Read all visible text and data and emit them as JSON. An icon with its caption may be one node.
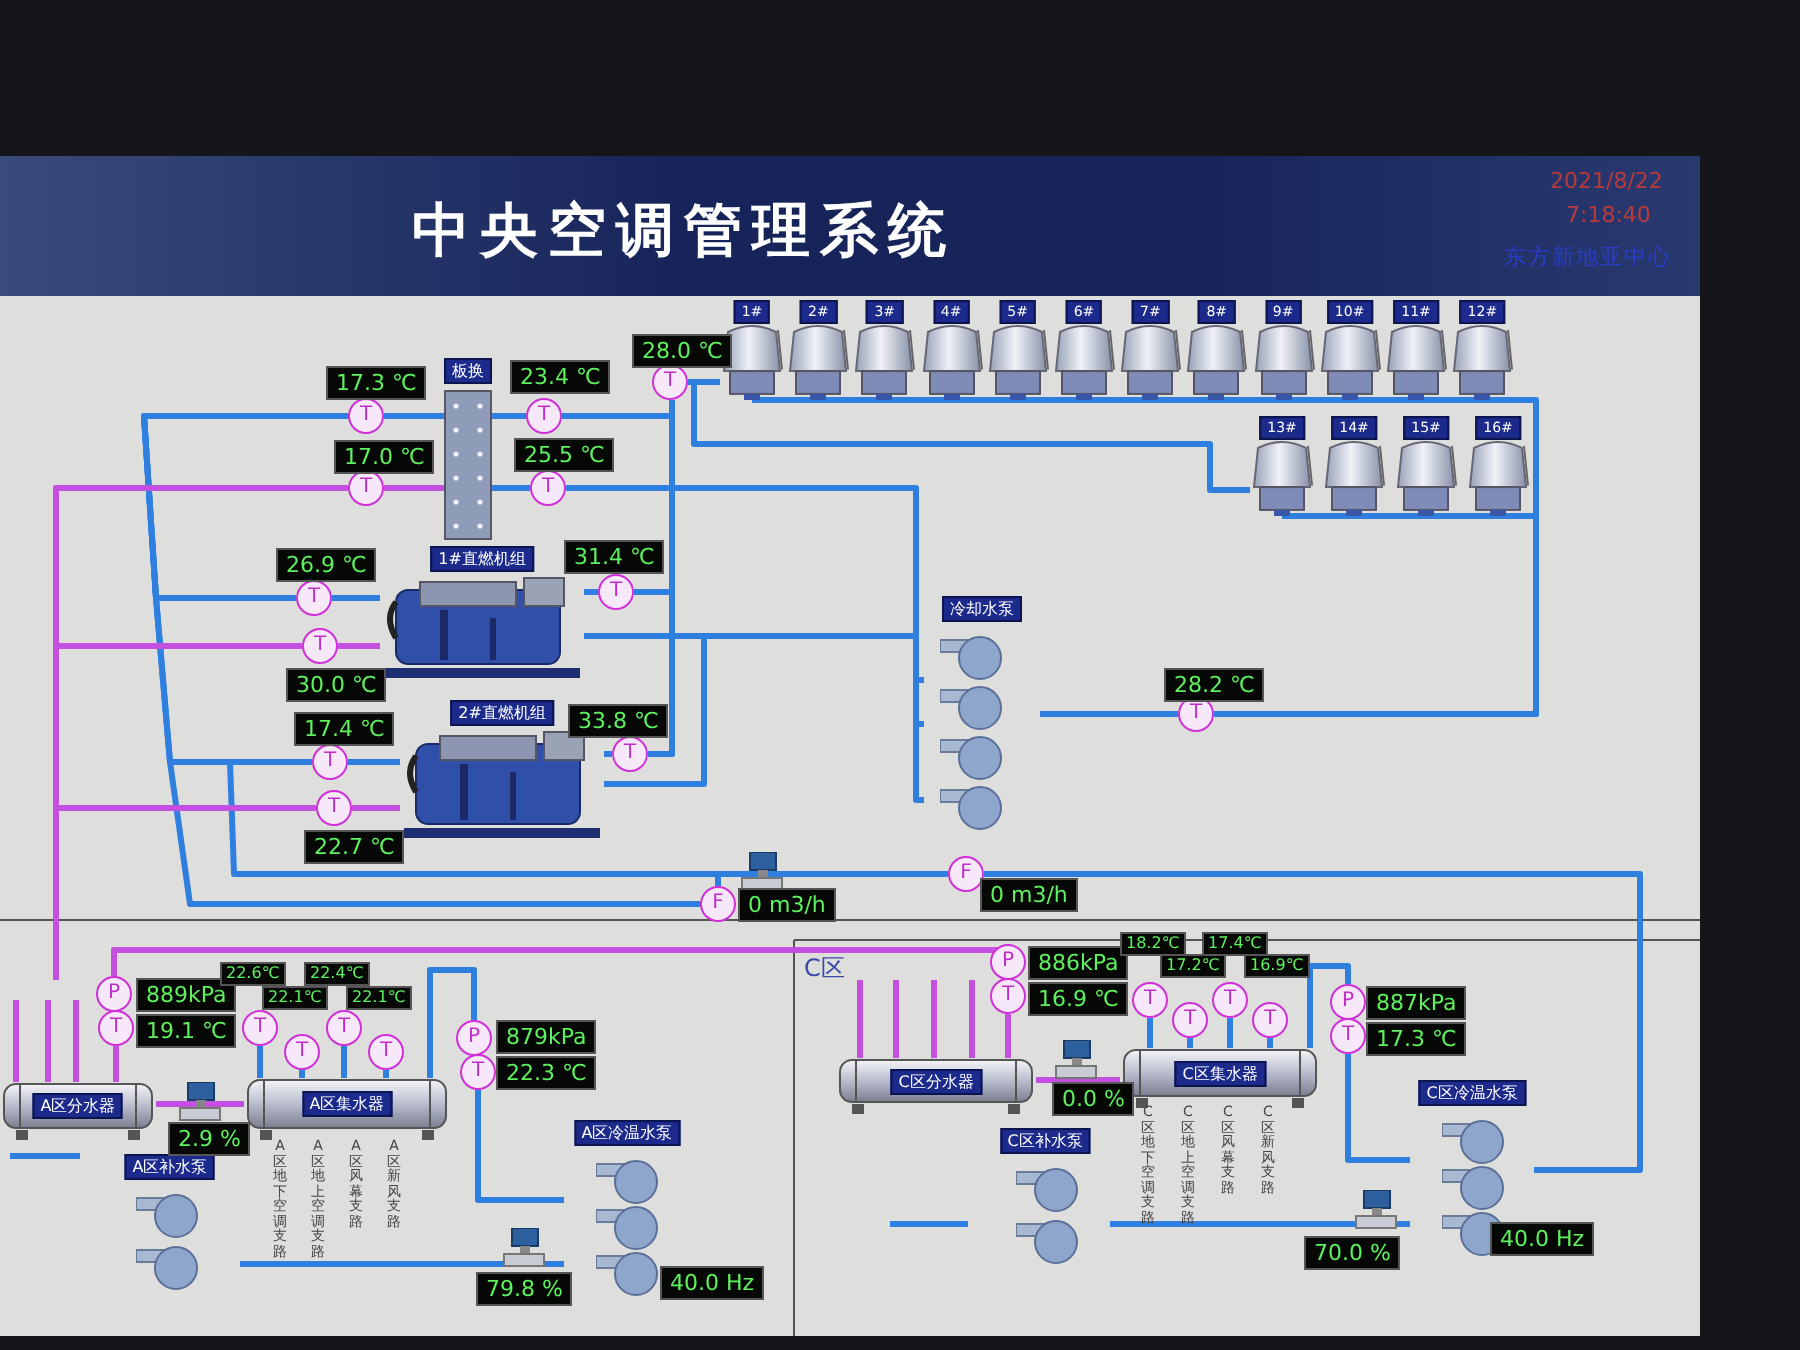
{
  "diagram": {
    "title": "中央空调管理系统",
    "nodes": [
      {
        "text": [
          "板换"
        ]
      },
      {
        "text": [
          "1#直燃机组"
        ]
      },
      {
        "text": [
          "2#直燃机组"
        ]
      },
      {
        "text": [
          "冷却水泵"
        ]
      },
      {
        "text": [
          "1#"
        ]
      },
      {
        "text": [
          "2#"
        ]
      },
      {
        "text": [
          "3#"
        ]
      },
      {
        "text": [
          "4#"
        ]
      },
      {
        "text": [
          "5#"
        ]
      },
      {
        "text": [
          "6#"
        ]
      },
      {
        "text": [
          "7#"
        ]
      },
      {
        "text": [
          "8#"
        ]
      },
      {
        "text": [
          "9#"
        ]
      },
      {
        "text": [
          "10#"
        ]
      },
      {
        "text": [
          "11#"
        ]
      },
      {
        "text": [
          "12#"
        ]
      },
      {
        "text": [
          "13#"
        ]
      },
      {
        "text": [
          "14#"
        ]
      },
      {
        "text": [
          "15#"
        ]
      },
      {
        "text": [
          "16#"
        ]
      },
      {
        "text": [
          "A区分水器"
        ]
      },
      {
        "text": [
          "A区集水器"
        ]
      },
      {
        "text": [
          "A区补水泵"
        ]
      },
      {
        "text": [
          "A区冷温水泵"
        ]
      },
      {
        "text": [
          "C区分水器"
        ]
      },
      {
        "text": [
          "C区集水器"
        ]
      },
      {
        "text": [
          "C区补水泵"
        ]
      },
      {
        "text": [
          "C区冷温水泵"
        ]
      },
      {
        "text": [
          "T"
        ]
      },
      {
        "text": [
          "T"
        ]
      },
      {
        "text": [
          "T"
        ]
      },
      {
        "text": [
          "T"
        ]
      },
      {
        "text": [
          "T"
        ]
      },
      {
        "text": [
          "T"
        ]
      },
      {
        "text": [
          "T"
        ]
      },
      {
        "text": [
          "T"
        ]
      },
      {
        "text": [
          "T"
        ]
      },
      {
        "text": [
          "T"
        ]
      },
      {
        "text": [
          "T"
        ]
      },
      {
        "text": [
          "T"
        ]
      },
      {
        "text": [
          "F"
        ]
      },
      {
        "text": [
          "F"
        ]
      },
      {
        "text": [
          "P"
        ]
      },
      {
        "text": [
          "T"
        ]
      },
      {
        "text": [
          "T"
        ]
      },
      {
        "text": [
          "T"
        ]
      },
      {
        "text": [
          "T"
        ]
      },
      {
        "text": [
          "T"
        ]
      },
      {
        "text": [
          "P"
        ]
      },
      {
        "text": [
          "T"
        ]
      },
      {
        "text": [
          "P"
        ]
      },
      {
        "text": [
          "T"
        ]
      },
      {
        "text": [
          "T"
        ]
      },
      {
        "text": [
          "T"
        ]
      },
      {
        "text": [
          "T"
        ]
      },
      {
        "text": [
          "T"
        ]
      },
      {
        "text": [
          "P"
        ]
      },
      {
        "text": [
          "T"
        ]
      },
      {
        "text": [
          "2.9 %"
        ]
      },
      {
        "text": [
          "79.8 %"
        ]
      },
      {
        "text": [
          "40.0 Hz"
        ]
      },
      {
        "text": [
          "0.0 %"
        ]
      },
      {
        "text": [
          "70.0 %"
        ]
      },
      {
        "text": [
          "40.0 Hz"
        ]
      },
      {
        "text": [
          "17.3 ℃"
        ]
      },
      {
        "text": [
          "17.0 ℃"
        ]
      },
      {
        "text": [
          "23.4 ℃"
        ]
      },
      {
        "text": [
          "25.5 ℃"
        ]
      },
      {
        "text": [
          "28.0 ℃"
        ]
      },
      {
        "text": [
          "26.9 ℃"
        ]
      },
      {
        "text": [
          "30.0 ℃"
        ]
      },
      {
        "text": [
          "31.4 ℃"
        ]
      },
      {
        "text": [
          "17.4 ℃"
        ]
      },
      {
        "text": [
          "22.7 ℃"
        ]
      },
      {
        "text": [
          "33.8 ℃"
        ]
      },
      {
        "text": [
          "28.2 ℃"
        ]
      },
      {
        "text": [
          "0 m3/h"
        ]
      },
      {
        "text": [
          "0 m3/h"
        ]
      },
      {
        "text": [
          "889kPa"
        ]
      },
      {
        "text": [
          "19.1 ℃"
        ]
      },
      {
        "text": [
          "22.6℃"
        ]
      },
      {
        "text": [
          "22.1℃"
        ]
      },
      {
        "text": [
          "22.4℃"
        ]
      },
      {
        "text": [
          "22.1℃"
        ]
      },
      {
        "text": [
          "879kPa"
        ]
      },
      {
        "text": [
          "22.3 ℃"
        ]
      },
      {
        "text": [
          "886kPa"
        ]
      },
      {
        "text": [
          "16.9 ℃"
        ]
      },
      {
        "text": [
          "18.2℃"
        ]
      },
      {
        "text": [
          "17.2℃"
        ]
      },
      {
        "text": [
          "17.4℃"
        ]
      },
      {
        "text": [
          "16.9℃"
        ]
      },
      {
        "text": [
          "887kPa"
        ]
      },
      {
        "text": [
          "17.3 ℃"
        ]
      }
    ],
    "edges": [
      {
        "from": 28,
        "to": 0,
        "arrow": "none"
      },
      {
        "from": 0,
        "to": 30,
        "arrow": "none"
      },
      {
        "from": 29,
        "to": 0,
        "arrow": "none",
        "color": "#c44fe0"
      },
      {
        "from": 0,
        "to": 31,
        "arrow": "none"
      },
      {
        "from": 32,
        "to": 4,
        "arrow": "none"
      },
      {
        "from": 33,
        "to": 1,
        "arrow": "none"
      },
      {
        "from": 34,
        "to": 1,
        "arrow": "none",
        "color": "#c44fe0"
      },
      {
        "from": 1,
        "to": 35,
        "arrow": "none"
      },
      {
        "from": 36,
        "to": 2,
        "arrow": "none"
      },
      {
        "from": 37,
        "to": 2,
        "arrow": "none",
        "color": "#c44fe0"
      },
      {
        "from": 2,
        "to": 38,
        "arrow": "none"
      },
      {
        "from": 3,
        "to": 39,
        "arrow": "none"
      },
      {
        "from": 43,
        "to": 20,
        "arrow": "none",
        "color": "#c44fe0"
      },
      {
        "from": 20,
        "to": 21,
        "arrow": "none",
        "color": "#c44fe0"
      },
      {
        "from": 44,
        "to": 21,
        "arrow": "none"
      },
      {
        "from": 45,
        "to": 21,
        "arrow": "none"
      },
      {
        "from": 46,
        "to": 21,
        "arrow": "none"
      },
      {
        "from": 47,
        "to": 21,
        "arrow": "none"
      },
      {
        "from": 21,
        "to": 48,
        "arrow": "none"
      },
      {
        "from": 49,
        "to": 23,
        "arrow": "none"
      },
      {
        "from": 22,
        "to": 23,
        "arrow": "none"
      },
      {
        "from": 51,
        "to": 24,
        "arrow": "none",
        "color": "#c44fe0"
      },
      {
        "from": 24,
        "to": 25,
        "arrow": "none",
        "color": "#c44fe0"
      },
      {
        "from": 52,
        "to": 25,
        "arrow": "none"
      },
      {
        "from": 53,
        "to": 25,
        "arrow": "none"
      },
      {
        "from": 54,
        "to": 25,
        "arrow": "none"
      },
      {
        "from": 55,
        "to": 25,
        "arrow": "none"
      },
      {
        "from": 25,
        "to": 56,
        "arrow": "none"
      },
      {
        "from": 57,
        "to": 27,
        "arrow": "none"
      },
      {
        "from": 26,
        "to": 27,
        "arrow": "none"
      },
      {
        "from": 28,
        "to": 33,
        "arrow": "none"
      },
      {
        "from": 28,
        "to": 36,
        "arrow": "none"
      },
      {
        "from": 28,
        "to": 41,
        "arrow": "none"
      },
      {
        "from": 36,
        "to": 40,
        "arrow": "none"
      },
      {
        "from": 41,
        "to": 40,
        "arrow": "none"
      },
      {
        "from": 40,
        "to": 27,
        "arrow": "none"
      },
      {
        "from": 30,
        "to": 38,
        "arrow": "none"
      },
      {
        "from": 35,
        "to": 38,
        "arrow": "none"
      },
      {
        "from": 30,
        "to": 32,
        "arrow": "none"
      },
      {
        "from": 32,
        "to": 16,
        "arrow": "none"
      },
      {
        "from": 4,
        "to": 39,
        "arrow": "none"
      },
      {
        "from": 16,
        "to": 39,
        "arrow": "none"
      },
      {
        "from": 31,
        "to": 3,
        "arrow": "none"
      },
      {
        "from": 1,
        "to": 3,
        "arrow": "none"
      },
      {
        "from": 2,
        "to": 3,
        "arrow": "none"
      },
      {
        "from": 29,
        "to": 34,
        "arrow": "none",
        "color": "#c44fe0"
      },
      {
        "from": 29,
        "to": 37,
        "arrow": "none",
        "color": "#c44fe0"
      },
      {
        "from": 42,
        "to": 50,
        "arrow": "none",
        "color": "#c44fe0"
      }
    ],
    "labels": [
      "2021/8/22",
      "7:18:40",
      "东方新地亚中心",
      "A区地下空调支路",
      "A区地上空调支路",
      "A区风幕支路",
      "A区新风支路",
      "C区",
      "C区地下空调支路",
      "C区地上空调支路",
      "C区风幕支路",
      "C区新风支路"
    ]
  }
}
